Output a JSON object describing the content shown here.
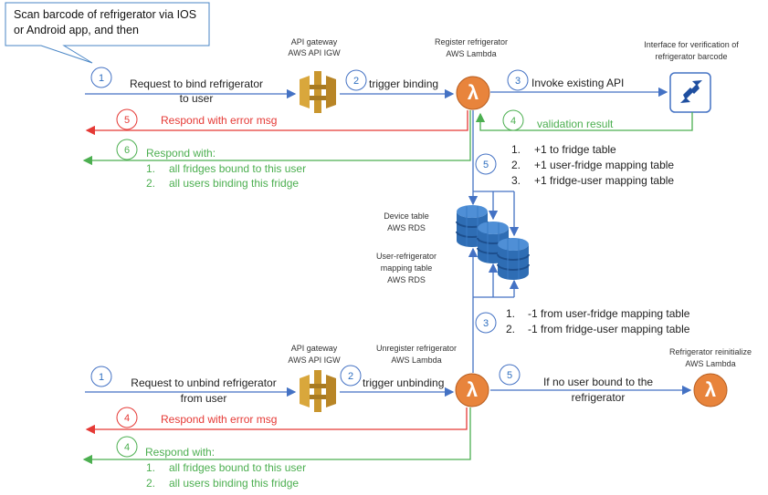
{
  "callout": {
    "line1": "Scan barcode of refrigerator via IOS",
    "line2": "or Android app, and then"
  },
  "colors": {
    "blue": "#4472c4",
    "red": "#e53935",
    "green": "#4caf50",
    "lambda": "#e8843c",
    "gateway": "#c9962e",
    "rds": "#2e6db4"
  },
  "bind_flow": {
    "api_gateway": {
      "line1": "API gateway",
      "line2": "AWS API IGW",
      "icon": "api-gateway-icon"
    },
    "lambda": {
      "line1": "Register refrigerator",
      "line2": "AWS Lambda",
      "icon": "lambda-icon"
    },
    "interface": {
      "line1": "Interface for verification of",
      "line2": "refrigerator barcode",
      "icon": "plug-icon"
    },
    "steps": {
      "s1": {
        "num": "1",
        "line1": "Request to bind refrigerator",
        "line2": "to user"
      },
      "s2": {
        "num": "2",
        "label": "trigger binding"
      },
      "s3": {
        "num": "3",
        "label": "Invoke existing API"
      },
      "s4": {
        "num": "4",
        "label": "validation result"
      },
      "s5_error": {
        "num": "5",
        "label": "Respond with error msg"
      },
      "s5_db": {
        "num": "5",
        "items": [
          "+1 to fridge table",
          "+1 user-fridge mapping table",
          "+1 fridge-user mapping table"
        ]
      },
      "s6": {
        "num": "6",
        "label": "Respond with:",
        "items": [
          "all fridges bound to this user",
          "all users binding this fridge"
        ]
      }
    }
  },
  "database": {
    "device": {
      "line1": "Device table",
      "line2": "AWS RDS"
    },
    "mapping": {
      "line1": "User-refrigerator",
      "line2": "mapping table",
      "line3": "AWS RDS"
    },
    "icon": "rds-database-icon"
  },
  "unbind_flow": {
    "api_gateway": {
      "line1": "API gateway",
      "line2": "AWS API IGW"
    },
    "lambda": {
      "line1": "Unregister refrigerator",
      "line2": "AWS Lambda"
    },
    "reinit_lambda": {
      "line1": "Refrigerator reinitialize",
      "line2": "AWS Lambda"
    },
    "steps": {
      "s1": {
        "num": "1",
        "line1": "Request to unbind refrigerator",
        "line2": "from  user"
      },
      "s2": {
        "num": "2",
        "label": "trigger unbinding"
      },
      "s3": {
        "num": "3",
        "items": [
          "-1 from user-fridge mapping table",
          "-1 from fridge-user mapping table"
        ]
      },
      "s4_error": {
        "num": "4",
        "label": "Respond with error msg"
      },
      "s4_ok": {
        "num": "4",
        "label": "Respond with:",
        "items": [
          "all fridges bound to this user",
          "all users binding this fridge"
        ]
      },
      "s5": {
        "num": "5",
        "line1": "If no user bound to the",
        "line2": "refrigerator"
      }
    }
  },
  "list_numbers": [
    "1.",
    "2.",
    "3."
  ]
}
